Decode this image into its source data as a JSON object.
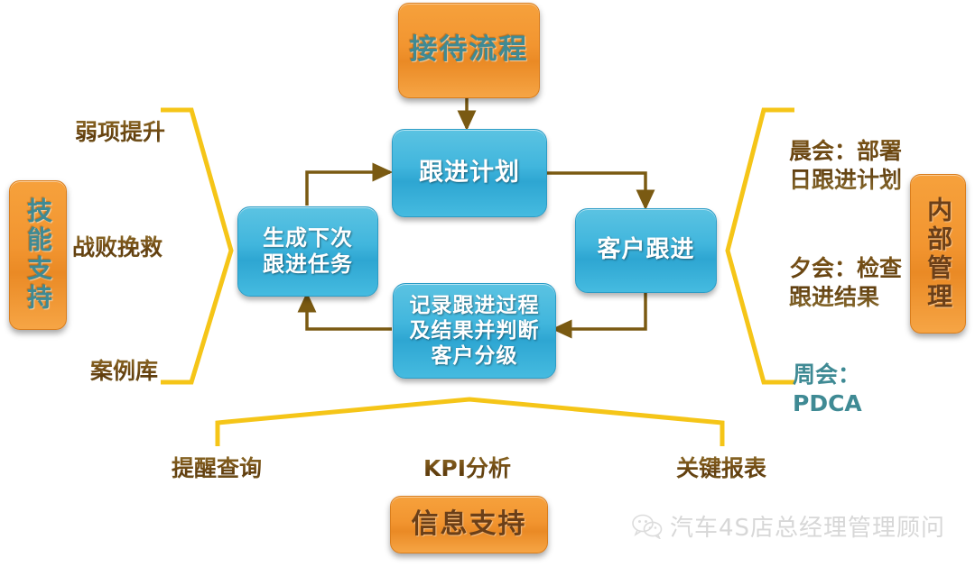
{
  "diagram": {
    "title_box_top": {
      "label": "接待流程"
    },
    "title_box_bottom": {
      "label": "信息支持"
    },
    "left_pillar": {
      "label": "技能支持"
    },
    "right_pillar": {
      "label": "内部管理"
    },
    "process_boxes": [
      {
        "id": "plan",
        "label": "跟进计划"
      },
      {
        "id": "customer-follow",
        "label": "客户跟进"
      },
      {
        "id": "record",
        "label": "记录跟进过程\n及结果并判断\n客户分级"
      },
      {
        "id": "generate-next",
        "label": "生成下次\n跟进任务"
      }
    ],
    "left_labels": [
      {
        "id": "weak-item-improve",
        "label": "弱项提升"
      },
      {
        "id": "defeat-rescue",
        "label": "战败挽救"
      },
      {
        "id": "case-library",
        "label": "案例库"
      }
    ],
    "right_labels": [
      {
        "id": "morning-meeting",
        "label": "晨会：部署\n日跟进计划",
        "color": "brown"
      },
      {
        "id": "evening-meeting",
        "label": "夕会：检查\n跟进结果",
        "color": "brown"
      },
      {
        "id": "weekly-meeting",
        "label": "周会：\nPDCA",
        "color": "teal"
      }
    ],
    "bottom_labels": [
      {
        "id": "reminder-query",
        "label": "提醒查询"
      },
      {
        "id": "kpi-analysis",
        "label": "KPI分析"
      },
      {
        "id": "key-reports",
        "label": "关键报表"
      }
    ],
    "watermark": {
      "label": "汽车4S店总经理管理顾问"
    },
    "colors": {
      "blue_box": "#3db4dd",
      "orange_box": "#f0922c",
      "arrow_brown": "#7a5a12",
      "bracket_yellow": "#f5c518",
      "teal_text": "#3f8a94",
      "brown_text": "#5d3b0d"
    }
  }
}
